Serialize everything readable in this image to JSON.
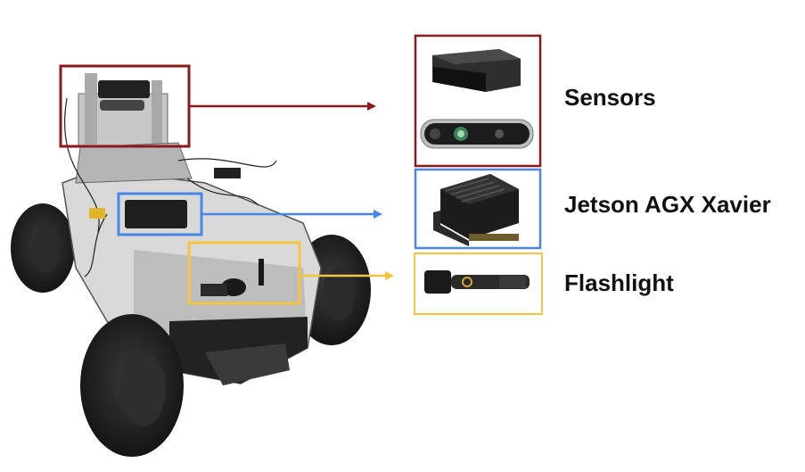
{
  "labels": {
    "sensors": "Sensors",
    "jetson": "Jetson AGX Xavier",
    "flashlight": "Flashlight"
  },
  "colors": {
    "sensors_box": "#8b1a1a",
    "jetson_box": "#4a86e8",
    "flashlight_box": "#f5c542",
    "robot_body": "#d9d9d9",
    "tire": "#1c1c1c"
  },
  "icons": {
    "robot": "robot-vehicle-photo",
    "lidar": "lidar-sensor-icon",
    "depth_camera": "depth-camera-icon",
    "jetson": "jetson-module-icon",
    "flashlight": "flashlight-icon"
  }
}
